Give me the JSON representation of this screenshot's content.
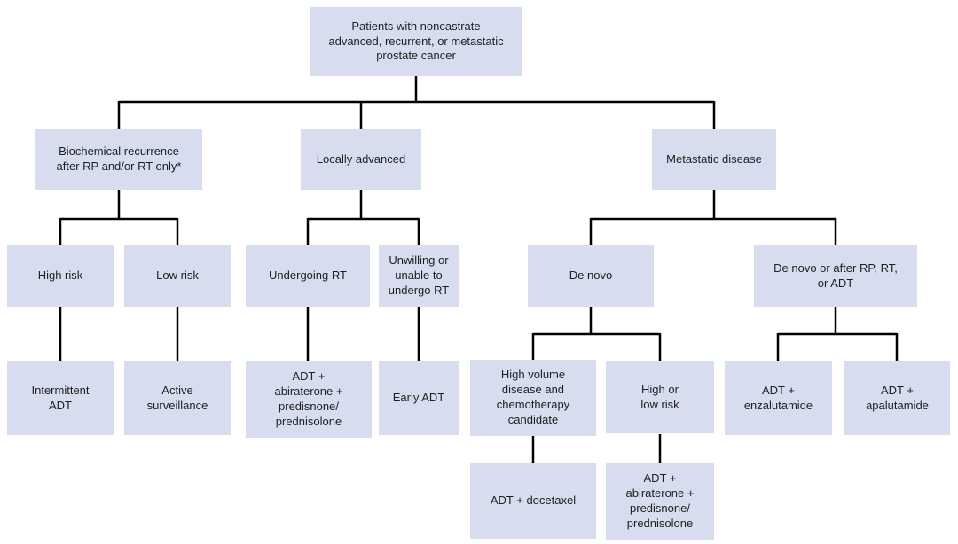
{
  "figure": {
    "description_label": "Treatment decision flowchart for patients with noncastrate advanced, recurrent, or metastatic prostate cancer"
  },
  "colors": {
    "node_fill": "#d7ddef",
    "line": "#000000",
    "text": "#1f1f1f",
    "background": "#ffffff"
  },
  "nodes": {
    "root": {
      "label": "Patients with noncastrate\nadvanced, recurrent, or metastatic\nprostate cancer"
    },
    "biochemical_recurrence": {
      "label": "Biochemical recurrence\nafter RP and/or RT only*"
    },
    "locally_advanced": {
      "label": "Locally advanced"
    },
    "metastatic_disease": {
      "label": "Metastatic disease"
    },
    "high_risk": {
      "label": "High risk"
    },
    "low_risk": {
      "label": "Low risk"
    },
    "undergoing_rt": {
      "label": "Undergoing RT"
    },
    "unwilling_unable_rt": {
      "label": "Unwilling or\nunable to\nundergo RT"
    },
    "de_novo": {
      "label": "De novo"
    },
    "de_novo_or_after": {
      "label": "De novo or after RP, RT,\nor ADT"
    },
    "intermittent_adt": {
      "label": "Intermittent\nADT"
    },
    "active_surveillance": {
      "label": "Active\nsurveillance"
    },
    "adt_abiraterone_left": {
      "label": "ADT +\nabiraterone +\npredisnone/\nprednisolone"
    },
    "early_adt": {
      "label": "Early ADT"
    },
    "high_volume": {
      "label": "High volume\ndisease and\nchemotherapy\ncandidate"
    },
    "high_or_low_risk": {
      "label": "High or\nlow risk"
    },
    "adt_enzalutamide": {
      "label": "ADT +\nenzalutamide"
    },
    "adt_apalutamide": {
      "label": "ADT +\napalutamide"
    },
    "adt_docetaxel": {
      "label": "ADT + docetaxel"
    },
    "adt_abiraterone_bottom": {
      "label": "ADT +\nabiraterone +\npredisnone/\nprednisolone"
    }
  }
}
